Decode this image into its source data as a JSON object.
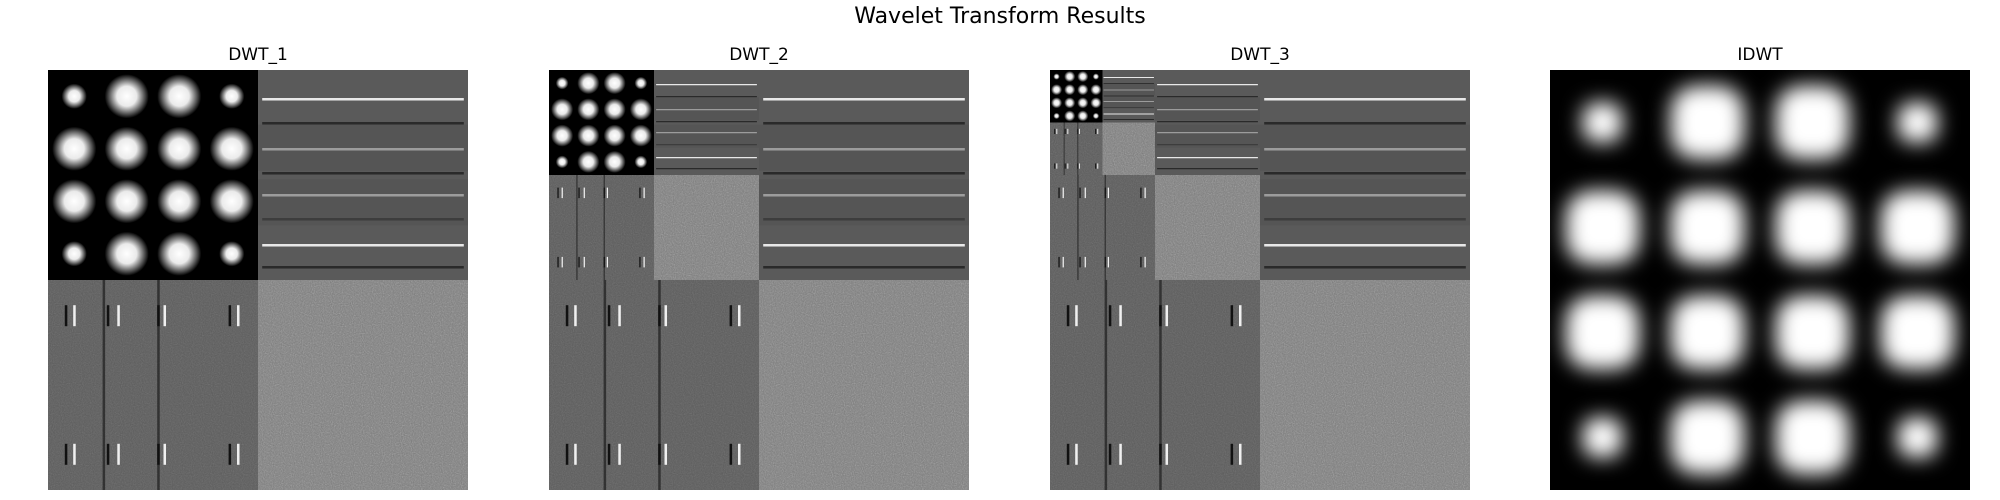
{
  "figure": {
    "suptitle": "Wavelet Transform Results"
  },
  "panels": [
    {
      "title": "DWT_1",
      "levels": 1
    },
    {
      "title": "DWT_2",
      "levels": 2
    },
    {
      "title": "DWT_3",
      "levels": 3
    },
    {
      "title": "IDWT",
      "levels": 0
    }
  ],
  "source_image": {
    "grid": 4,
    "corner_blobs": "small",
    "colors": {
      "background": "#000000",
      "blob": "#ffffff",
      "detail_gray": "#5a5a5a",
      "diagonal_gray": "#7a7a7a"
    }
  }
}
